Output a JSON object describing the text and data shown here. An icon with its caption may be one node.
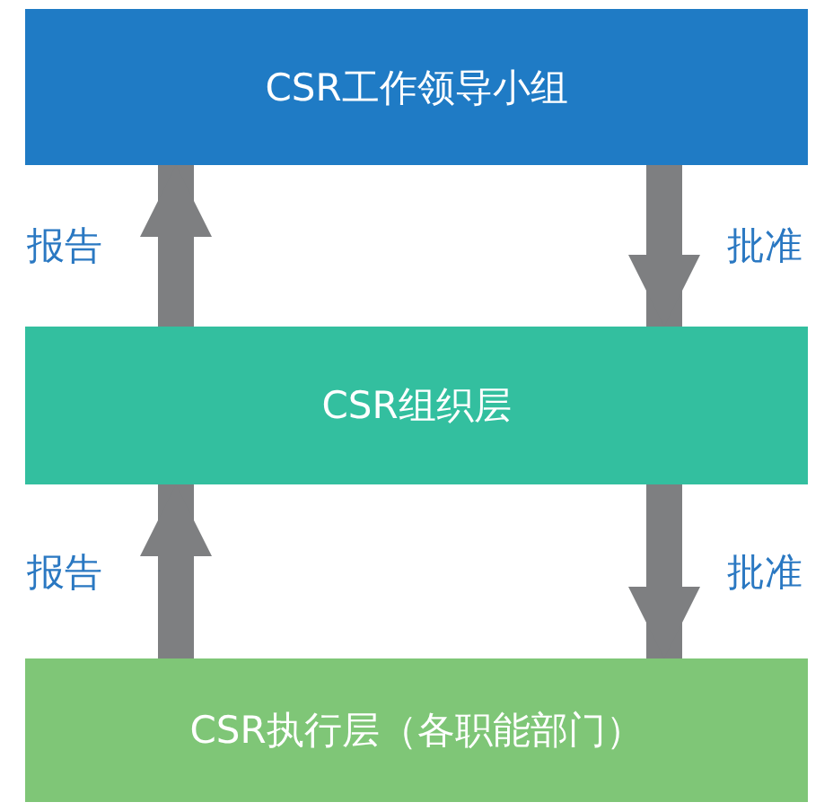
{
  "diagram": {
    "nodes": [
      {
        "text": [
          "CSR工作领导小组"
        ]
      },
      {
        "text": [
          "CSR组织层"
        ]
      },
      {
        "text": [
          "CSR执行层（各职能部门）"
        ]
      }
    ],
    "edges": [
      {
        "from": 1,
        "to": 0,
        "arrow": "to",
        "label": "报告"
      },
      {
        "from": 0,
        "to": 1,
        "arrow": "to",
        "label": "批准"
      },
      {
        "from": 2,
        "to": 1,
        "arrow": "to",
        "label": "报告"
      },
      {
        "from": 1,
        "to": 2,
        "arrow": "to",
        "label": "批准"
      }
    ]
  }
}
